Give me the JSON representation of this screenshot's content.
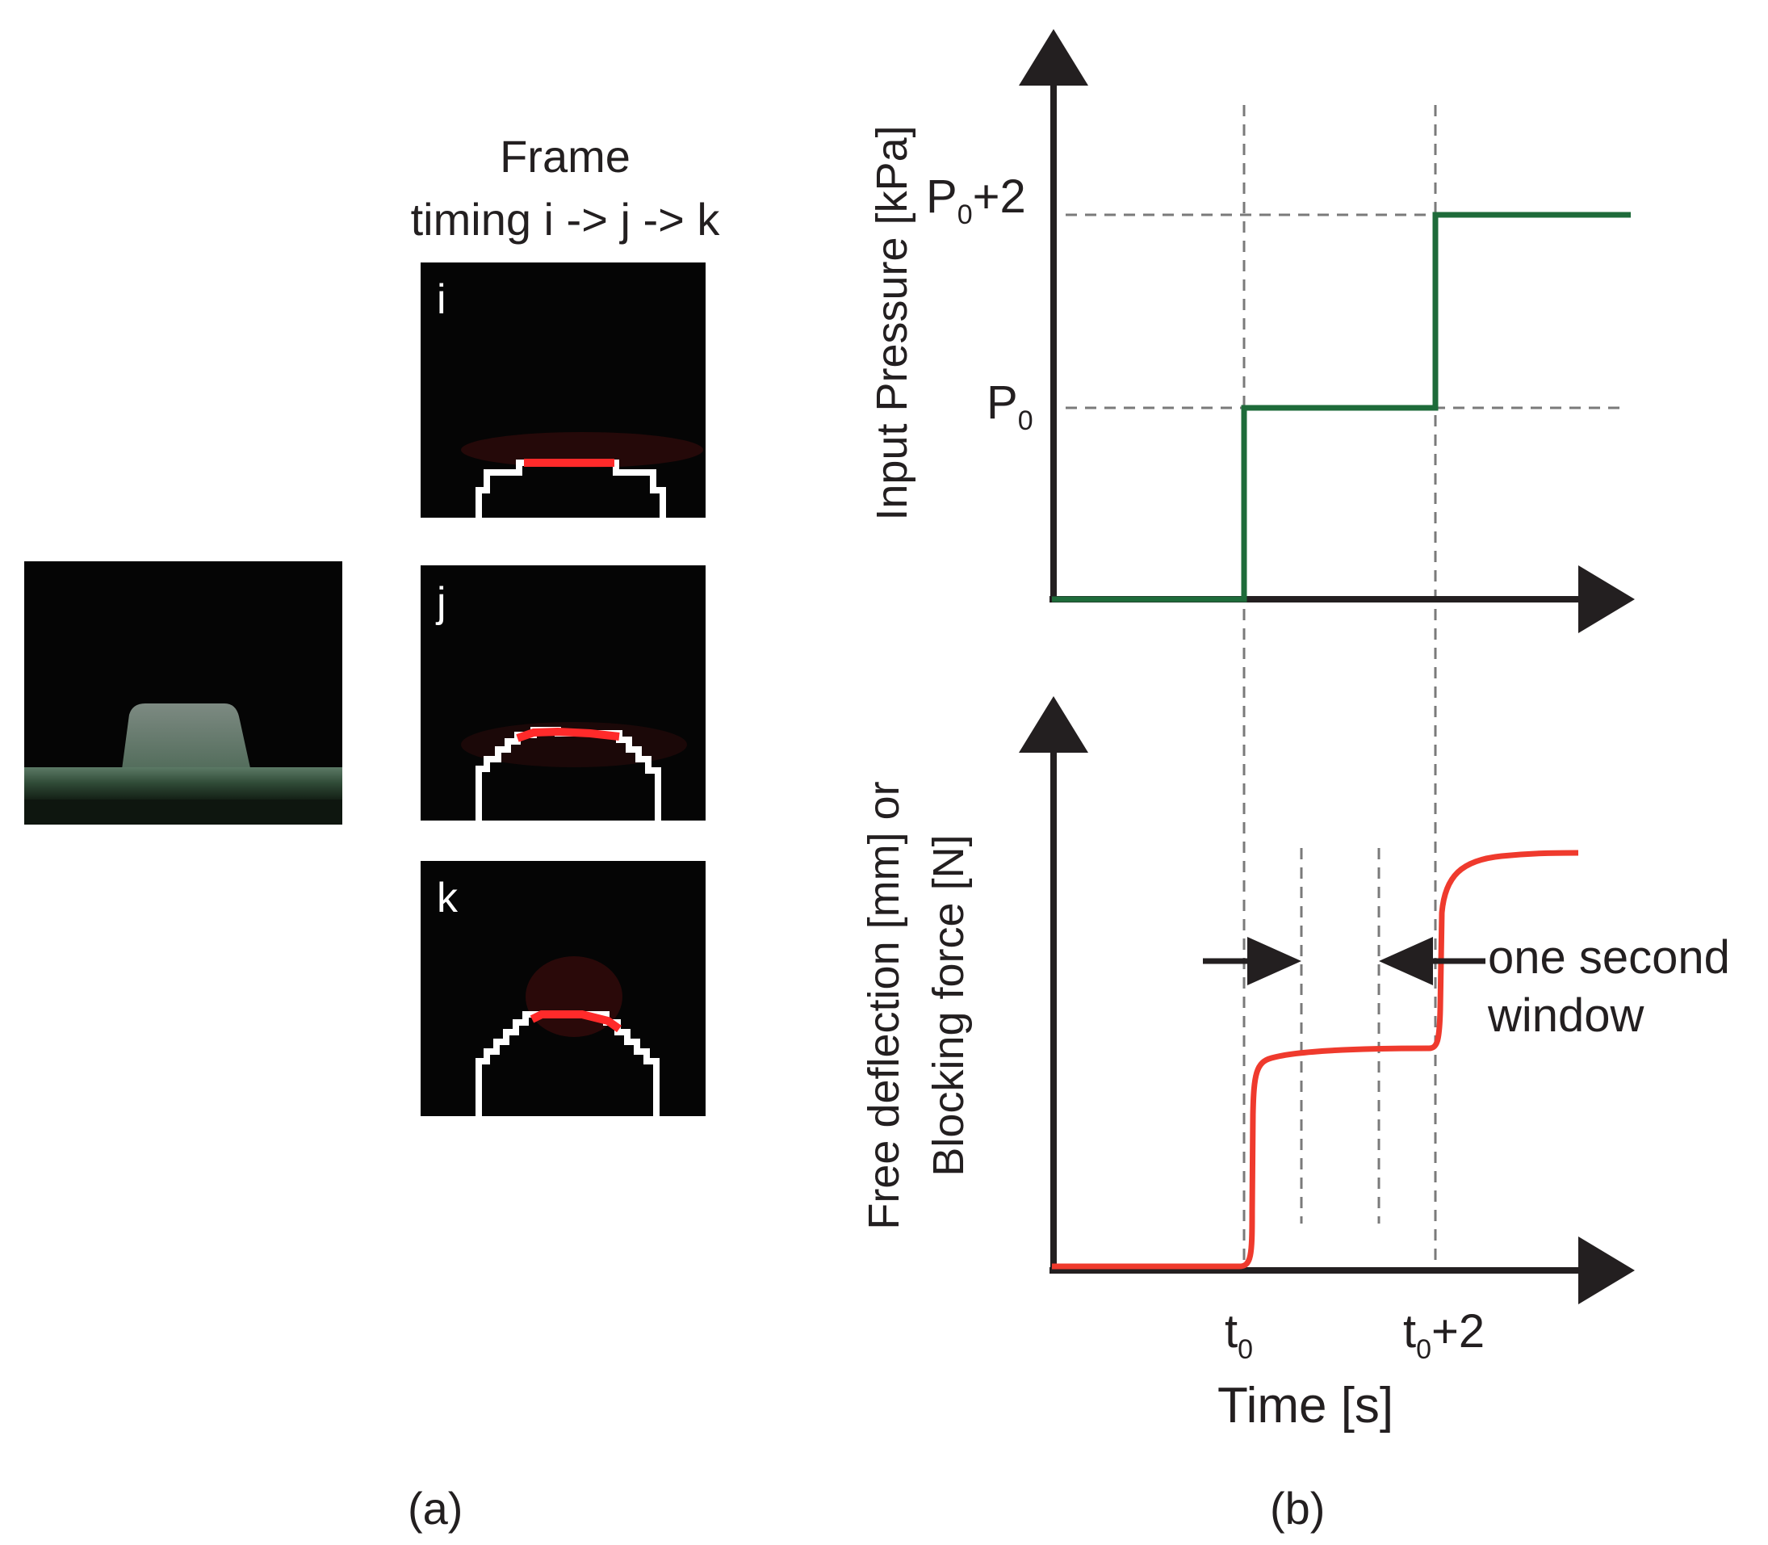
{
  "panel_a": {
    "frame_title_line1": "Frame",
    "frame_title_line2": "timing i -> j -> k",
    "frames": [
      {
        "letter": "i"
      },
      {
        "letter": "j"
      },
      {
        "letter": "k"
      }
    ],
    "label": "(a)"
  },
  "panel_b": {
    "top_ylabel": "Input Pressure [kPa]",
    "p0": {
      "main": "P",
      "sub": "0",
      "suffix": ""
    },
    "p0_plus2": {
      "main": "P",
      "sub": "0",
      "suffix": "+2"
    },
    "bottom_ylabel_line1": "Free deflection [mm] or",
    "bottom_ylabel_line2": "Blocking force [N]",
    "t0": {
      "main": "t",
      "sub": "0",
      "suffix": ""
    },
    "t0_plus2": {
      "main": "t",
      "sub": "0",
      "suffix": "+2"
    },
    "xlabel": "Time [s]",
    "annotation_line1": "one second",
    "annotation_line2": "window",
    "label": "(b)"
  },
  "colors": {
    "pressure_line": "#1e6b3a",
    "response_line": "#ef3a2d",
    "axis": "#231f20",
    "dashed": "#7a7a7a",
    "edge_highlight": "#ff2a2a"
  }
}
